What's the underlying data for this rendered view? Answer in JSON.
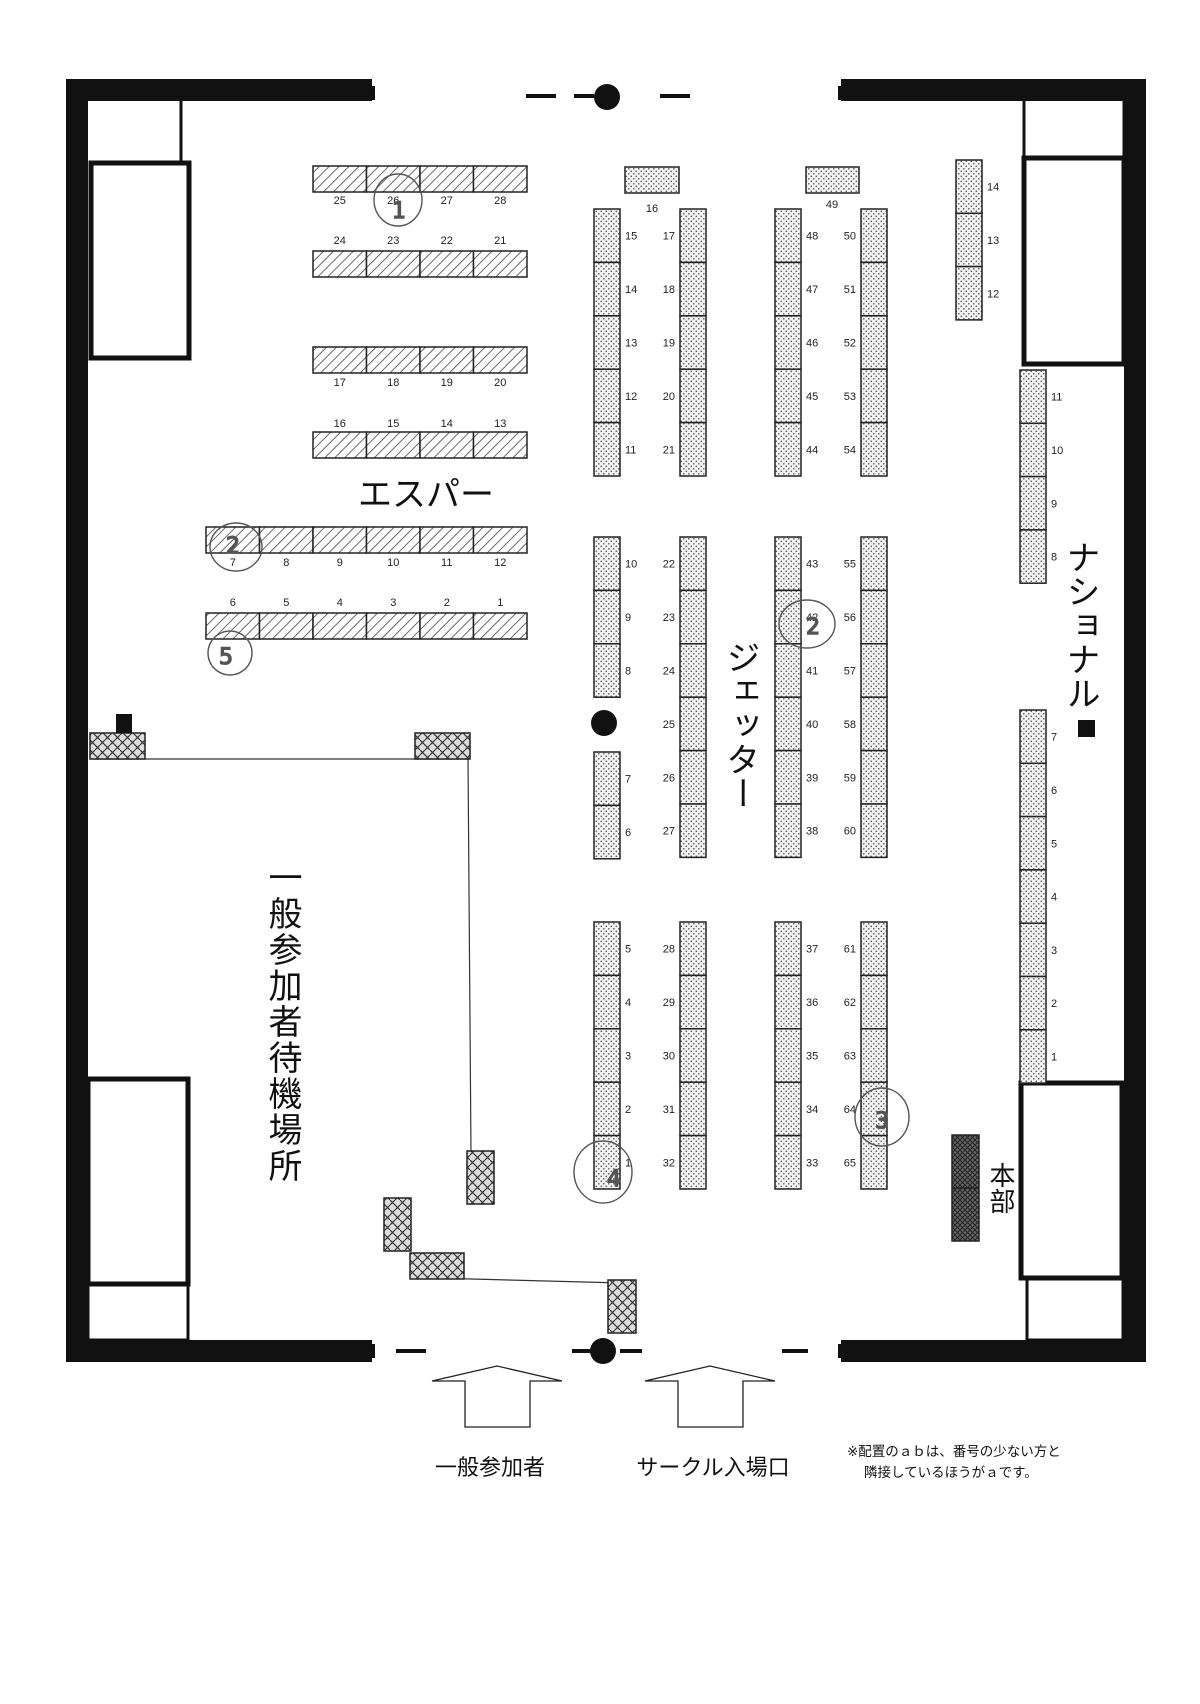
{
  "areas": {
    "esper": "エスパー",
    "jetter": "ジェッター",
    "national": "ナショナル",
    "waiting": "一般参加者待機場所",
    "hq": "本部"
  },
  "entrances": {
    "general": "一般参加者",
    "circle": "サークル入場口"
  },
  "note": {
    "line1": "※配置のａｂは、番号の少ない方と",
    "line2": "隣接しているほうがａです。"
  },
  "handwritten_marks": [
    "1",
    "2",
    "2",
    "3",
    "4",
    "5"
  ],
  "booths": {
    "esper_rows": [
      [
        "25",
        "26",
        "27",
        "28"
      ],
      [
        "24",
        "23",
        "22",
        "21"
      ],
      [
        "17",
        "18",
        "19",
        "20"
      ],
      [
        "16",
        "15",
        "14",
        "13"
      ],
      [
        "7",
        "8",
        "9",
        "10",
        "11",
        "12"
      ],
      [
        "6",
        "5",
        "4",
        "3",
        "2",
        "1"
      ]
    ],
    "jetter_top": [
      "16",
      "49"
    ],
    "jetter_col1": [
      "15",
      "14",
      "13",
      "12",
      "11",
      "10",
      "9",
      "8",
      "7",
      "6",
      "5",
      "4",
      "3",
      "2",
      "1"
    ],
    "jetter_col2": [
      "17",
      "18",
      "19",
      "20",
      "21",
      "22",
      "23",
      "24",
      "25",
      "26",
      "27",
      "28",
      "29",
      "30",
      "31",
      "32"
    ],
    "jetter_col3": [
      "48",
      "47",
      "46",
      "45",
      "44",
      "43",
      "42",
      "41",
      "40",
      "39",
      "38",
      "37",
      "36",
      "35",
      "34",
      "33"
    ],
    "jetter_col4": [
      "50",
      "51",
      "52",
      "53",
      "54",
      "55",
      "56",
      "57",
      "58",
      "59",
      "60",
      "61",
      "62",
      "63",
      "64",
      "65"
    ],
    "national": [
      "14",
      "13",
      "12",
      "11",
      "10",
      "9",
      "8",
      "7",
      "6",
      "5",
      "4",
      "3",
      "2",
      "1"
    ]
  }
}
